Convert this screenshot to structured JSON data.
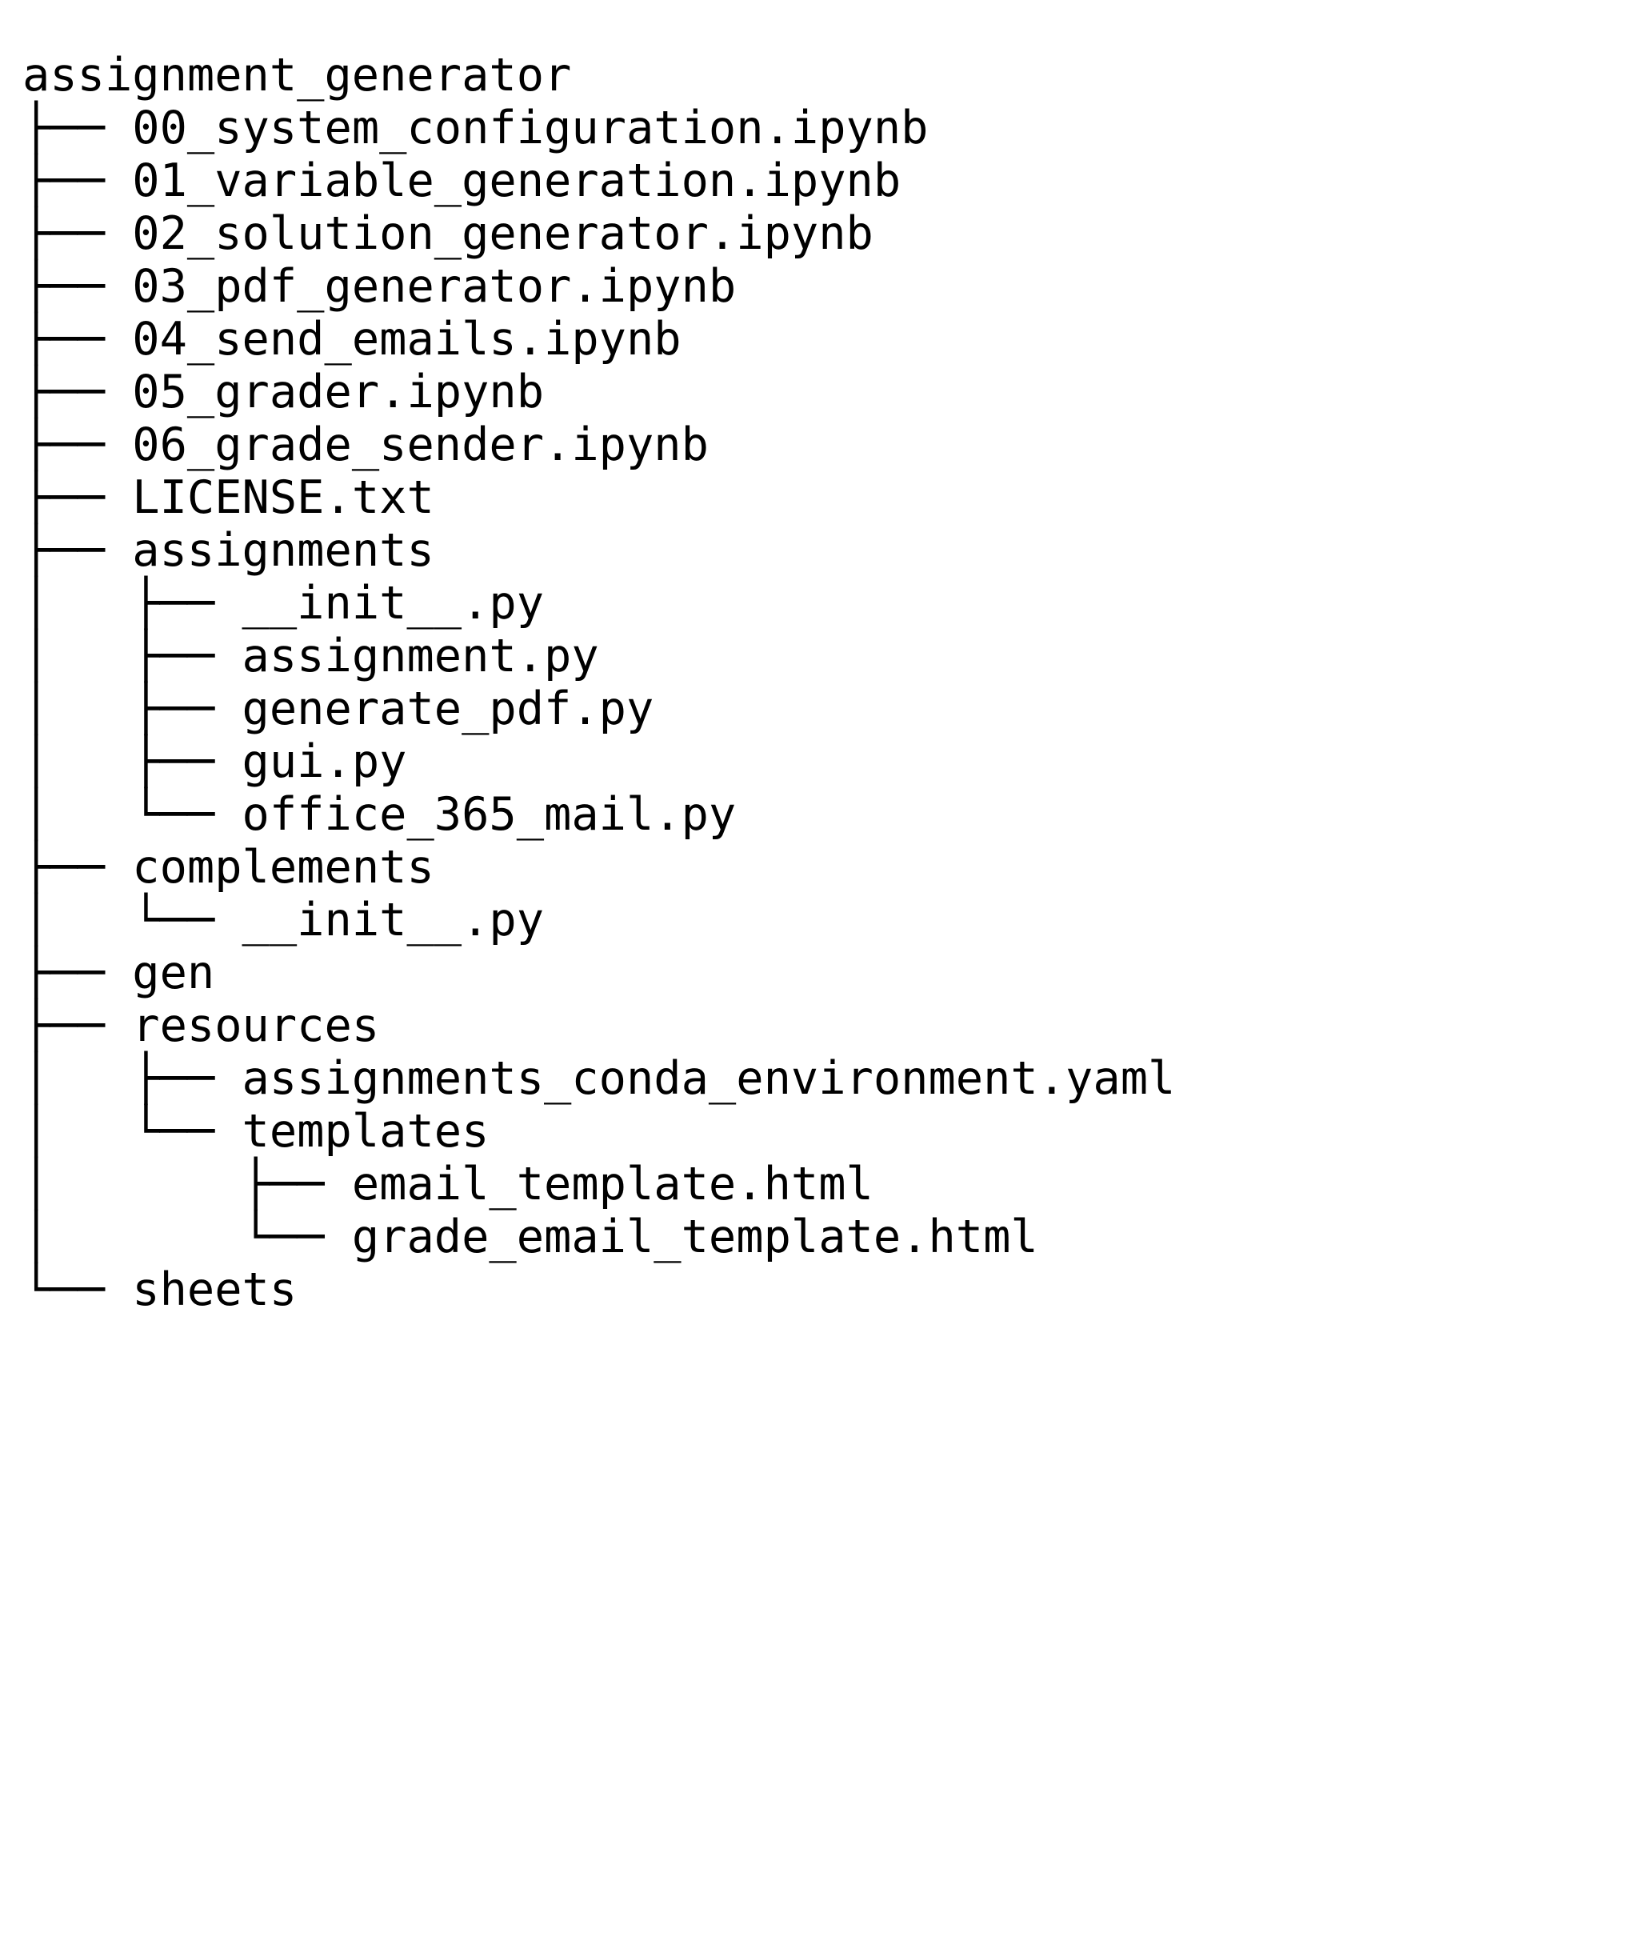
{
  "view": {
    "kind": "directory-tree",
    "background_color": "#ffffff",
    "text_color": "#000000",
    "root_label": "assignment_generator"
  },
  "tree": {
    "root": "assignment_generator",
    "lines": [
      {
        "prefix": "",
        "label": "assignment_generator",
        "depth": 0,
        "type": "directory",
        "connector": "root"
      },
      {
        "prefix": "├── ",
        "label": "00_system_configuration.ipynb",
        "depth": 1,
        "type": "file",
        "connector": "tee"
      },
      {
        "prefix": "├── ",
        "label": "01_variable_generation.ipynb",
        "depth": 1,
        "type": "file",
        "connector": "tee"
      },
      {
        "prefix": "├── ",
        "label": "02_solution_generator.ipynb",
        "depth": 1,
        "type": "file",
        "connector": "tee"
      },
      {
        "prefix": "├── ",
        "label": "03_pdf_generator.ipynb",
        "depth": 1,
        "type": "file",
        "connector": "tee"
      },
      {
        "prefix": "├── ",
        "label": "04_send_emails.ipynb",
        "depth": 1,
        "type": "file",
        "connector": "tee"
      },
      {
        "prefix": "├── ",
        "label": "05_grader.ipynb",
        "depth": 1,
        "type": "file",
        "connector": "tee"
      },
      {
        "prefix": "├── ",
        "label": "06_grade_sender.ipynb",
        "depth": 1,
        "type": "file",
        "connector": "tee"
      },
      {
        "prefix": "├── ",
        "label": "LICENSE.txt",
        "depth": 1,
        "type": "file",
        "connector": "tee"
      },
      {
        "prefix": "├── ",
        "label": "assignments",
        "depth": 1,
        "type": "directory",
        "connector": "tee"
      },
      {
        "prefix": "│   ├── ",
        "label": "__init__.py",
        "depth": 2,
        "type": "file",
        "connector": "tee"
      },
      {
        "prefix": "│   ├── ",
        "label": "assignment.py",
        "depth": 2,
        "type": "file",
        "connector": "tee"
      },
      {
        "prefix": "│   ├── ",
        "label": "generate_pdf.py",
        "depth": 2,
        "type": "file",
        "connector": "tee"
      },
      {
        "prefix": "│   ├── ",
        "label": "gui.py",
        "depth": 2,
        "type": "file",
        "connector": "tee"
      },
      {
        "prefix": "│   └── ",
        "label": "office_365_mail.py",
        "depth": 2,
        "type": "file",
        "connector": "elbow"
      },
      {
        "prefix": "├── ",
        "label": "complements",
        "depth": 1,
        "type": "directory",
        "connector": "tee"
      },
      {
        "prefix": "│   └── ",
        "label": "__init__.py",
        "depth": 2,
        "type": "file",
        "connector": "elbow"
      },
      {
        "prefix": "├── ",
        "label": "gen",
        "depth": 1,
        "type": "directory",
        "connector": "tee"
      },
      {
        "prefix": "├── ",
        "label": "resources",
        "depth": 1,
        "type": "directory",
        "connector": "tee"
      },
      {
        "prefix": "│   ├── ",
        "label": "assignments_conda_environment.yaml",
        "depth": 2,
        "type": "file",
        "connector": "tee"
      },
      {
        "prefix": "│   └── ",
        "label": "templates",
        "depth": 2,
        "type": "directory",
        "connector": "elbow"
      },
      {
        "prefix": "│       ├── ",
        "label": "email_template.html",
        "depth": 3,
        "type": "file",
        "connector": "tee"
      },
      {
        "prefix": "│       └── ",
        "label": "grade_email_template.html",
        "depth": 3,
        "type": "file",
        "connector": "elbow"
      },
      {
        "prefix": "└── ",
        "label": "sheets",
        "depth": 1,
        "type": "directory",
        "connector": "elbow"
      }
    ]
  }
}
